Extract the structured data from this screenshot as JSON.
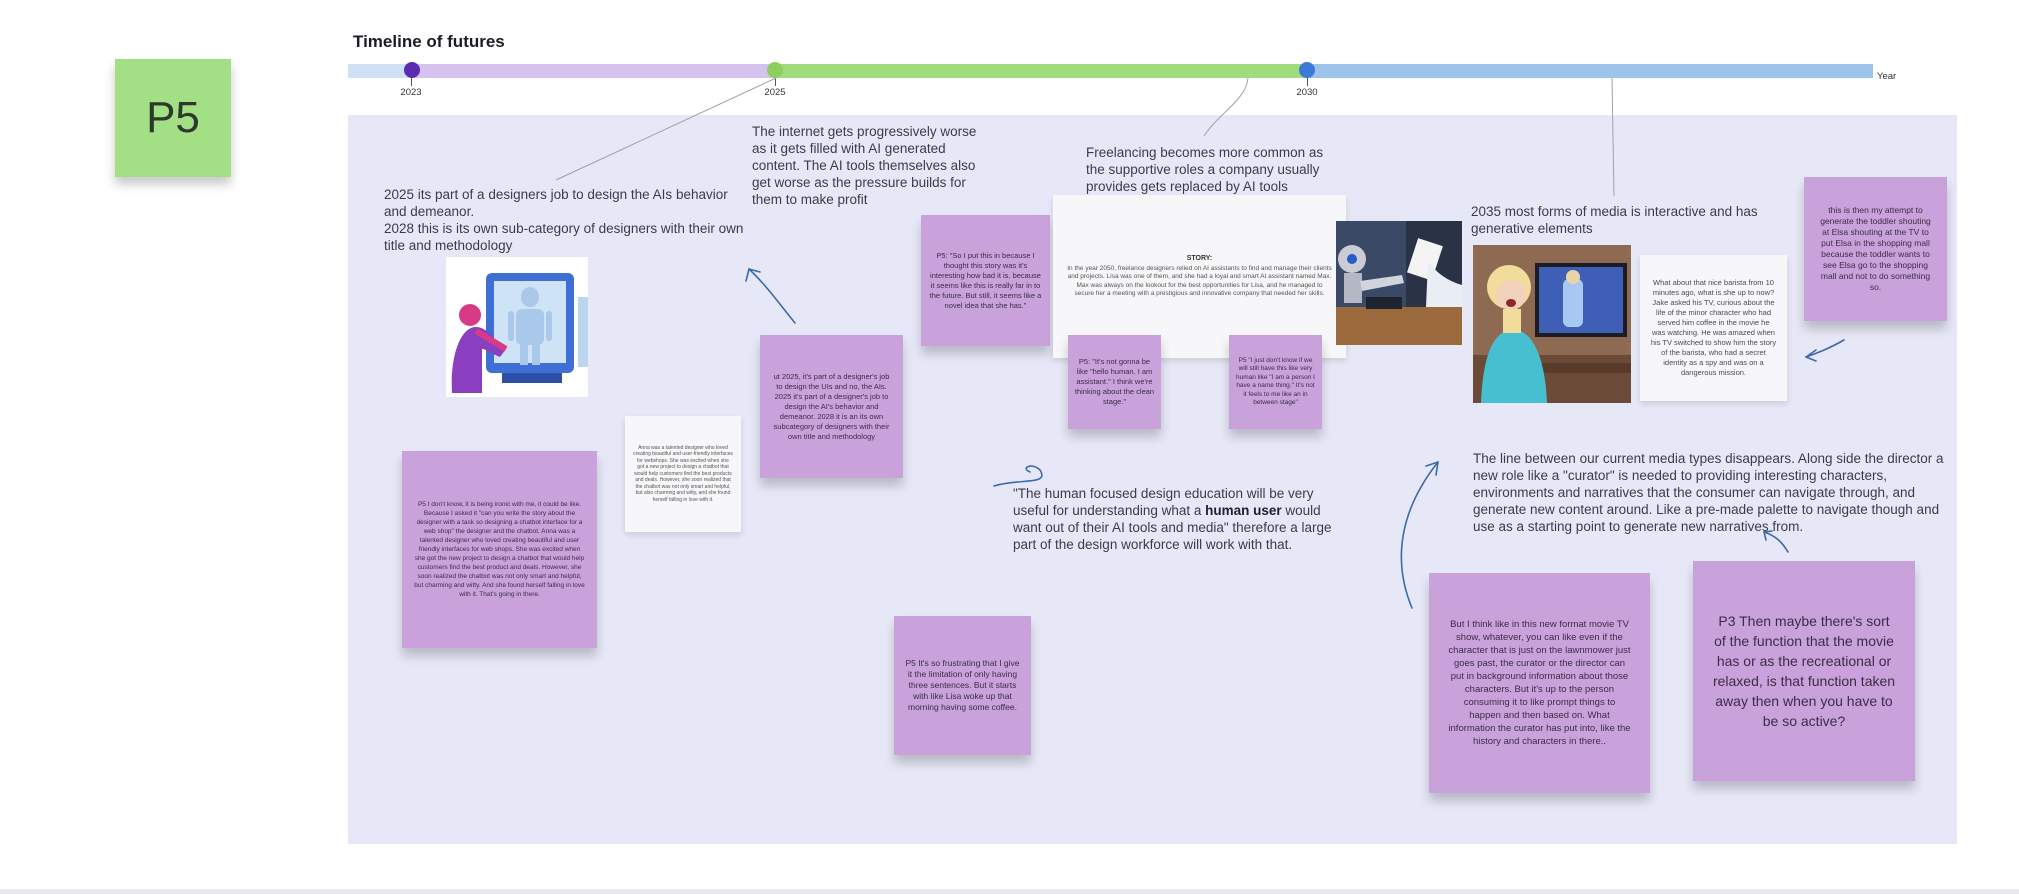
{
  "page_label": "P5",
  "timeline": {
    "title": "Timeline of futures",
    "axis_label": "Year",
    "ticks": [
      "2023",
      "2025",
      "2030"
    ],
    "colors": {
      "purple_dot": "#5b2bb0",
      "green_dot": "#8ccf5f",
      "blue_dot": "#3b7ad6"
    }
  },
  "notes": {
    "designers_2025": [
      "2025 its part of a designers job to design the AIs behavior",
      "and demeanor.",
      "2028 this is its own sub-category of designers with their own",
      "title and methodology"
    ],
    "internet_worse": [
      "The internet gets progressively worse",
      "as it gets filled with AI generated",
      "content. The AI tools themselves also",
      "get worse as the pressure builds for",
      "them to make profit"
    ],
    "freelancing": [
      "Freelancing becomes more common as",
      "the supportive roles a company usually",
      "provides gets replaced by AI tools"
    ],
    "media_2035": [
      "2035 most forms of media is interactive and has",
      "generative elements"
    ],
    "human_focused_pre": "\"The human focused design education will be very useful for understanding what a ",
    "human_focused_bold": "human user",
    "human_focused_post": " would want out of their AI tools and media\" therefore a large part of the design workforce will work with that.",
    "curator": "The line between our current media types disappears. Along side the director a new role like a \"curator\" is needed to providing interesting characters, environments and narratives that the consumer can navigate through, and generate new content around. Like a pre-made palette to navigate though and use as a starting point to generate new narratives from."
  },
  "stickies": {
    "p5_dont_know": "P5 I don't know, it is being ironic with me, it could be like. Because I asked it \"can you write the story about the designer with a task so designing a chatbot interface for a web shop\" the designer and the chatbot. Anna was a talented designer who loved creating beautiful and user friendly interfaces for web shops. She was excited when she got the new project to design a chatbot that would help customers find the best product and deals. However, she soon realized the chatbot was not only smart and helpful, but charming and witty. And she found herself falling in love with it. That's going in there.",
    "anna_card": "Anna was a talented designer who loved creating beautiful and user-friendly interfaces for webshops. She was excited when she got a new project to design a chatbot that would help customers find the best products and deals. However, she soon realized that the chatbot was not only smart and helpful, but also charming and witty, and she found herself falling in love with it.",
    "ui_2025": "ut 2025, it's part of a designer's job to design the UIs and no, the AIs. 2025 it's part of a designer's job to design the AI's behavior and demeanor. 2028 it is an its own subcategory of designers with their own title and methodology",
    "p5_story_note": "P5: \"So I put this in because I thought this story was it's interesting how bad it is, because it seems like this is really far in to the future. But still, it seems like a novel idea that she has.\"",
    "story_title": "STORY:",
    "story_body": "In the year 2050, freelance designers relied on AI assistants to find and manage their clients and projects. Lisa was one of them, and she had a loyal and smart AI assistant named Max. Max was always on the lookout for the best opportunities for Lisa, and he managed to secure her a meeting with a prestigious and innovative company that needed her skills.",
    "p5_hello_human": "P5: \"It's not gonna be like \"hello human. I am assistant.\" I think we're thinking about the clean stage.\"",
    "p5_dont_know_how": "P5 \"I just don't know if we will still have this like very human like \"I am a person I have a name thing.\" It's not it feels to me like an in between stage\"",
    "p5_frustrating": "P5 It's so frustrating that I give it the limitation of only having three sentences. But it starts with like Lisa woke up that morning having some coffee.",
    "barista": "What about that nice barista from 10 minutes ago, what is she up to now? Jake asked his TV, curious about the life of the minor character who had served him coffee in the movie he was watching. He was amazed when his TV switched to show him the story of the barista, who had a secret identity as a spy and was on a dangerous mission.",
    "elsa": "this is then my attempt to generate the toddler shouting at Elsa shouting at the TV to put Elsa in the shopping mall because the toddler wants to see Elsa go to the shopping mall and not to do something so.",
    "movie_tv": "But I think like in this new format movie TV show, whatever, you can like even if the character that is just on the lawnmower just goes past, the curator or the director can put in background information about those characters. But it's up to the person consuming it to like prompt things to happen and then based on. What information the curator has put into, like the history and characters in there..",
    "p3_function": "P3 Then maybe there's sort of the function that the movie has or as the recreational or relaxed, is that function taken away then when you have to be so active?"
  },
  "images": [
    "designer-robot-illustration",
    "robot-handing-paper-photo",
    "girl-elsa-tv-photo"
  ]
}
